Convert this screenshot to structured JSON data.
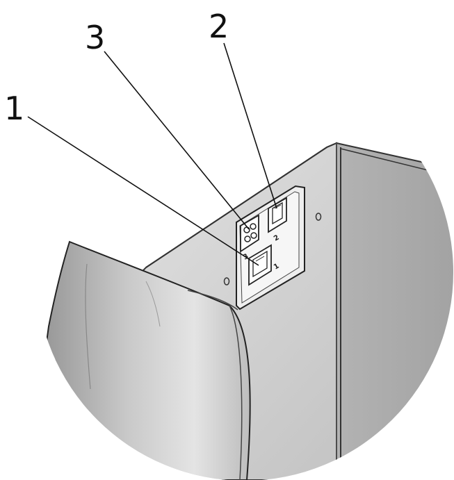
{
  "figure": {
    "callouts": [
      {
        "id": "1",
        "label": "1"
      },
      {
        "id": "2",
        "label": "2"
      },
      {
        "id": "3",
        "label": "3"
      }
    ],
    "panel_marks": {
      "port_a": "1",
      "port_b": "2",
      "port_c": "3"
    },
    "colors": {
      "cabinet_side": "#cfcfcf",
      "cabinet_front": "#b8b8b8",
      "panel": "#e9e9e9",
      "outline": "#333333",
      "duct": "#a9a9a9"
    }
  }
}
